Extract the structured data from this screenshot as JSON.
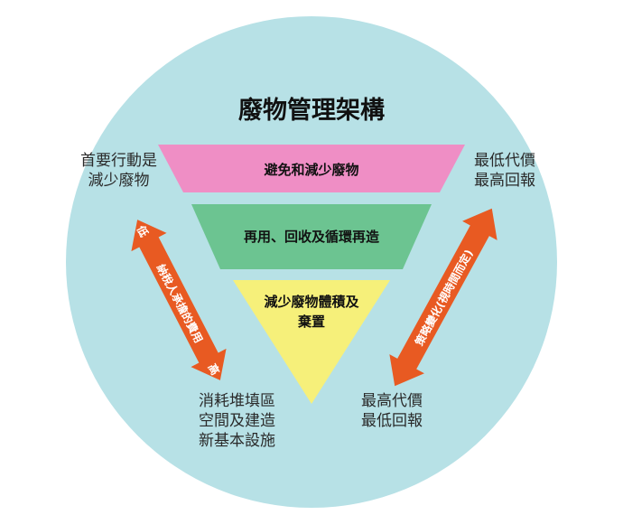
{
  "title": "廢物管理架構",
  "colors": {
    "circle": "#b7e1e6",
    "tier1": "#ef8ec5",
    "tier2": "#6cc491",
    "tier3": "#f6f07a",
    "arrow": "#e85a22"
  },
  "tiers": [
    {
      "lines": [
        "避免和減少廢物"
      ]
    },
    {
      "lines": [
        "再用、回收及循環再造"
      ]
    },
    {
      "lines": [
        "減少廢物體積及",
        "棄置"
      ]
    }
  ],
  "left": {
    "top_lines": [
      "首要行動是",
      "減少廢物"
    ],
    "bottom_lines": [
      "消耗堆填區",
      "空間及建造",
      "新基本設施"
    ],
    "arrow_text": "納稅人承擔的費用",
    "arrow_top_end": "低",
    "arrow_bottom_end": "高"
  },
  "right": {
    "top_lines": [
      "最低代價",
      "最高回報"
    ],
    "bottom_lines": [
      "最高代價",
      "最低回報"
    ],
    "arrow_text": "策略變化(視時間而定)"
  }
}
